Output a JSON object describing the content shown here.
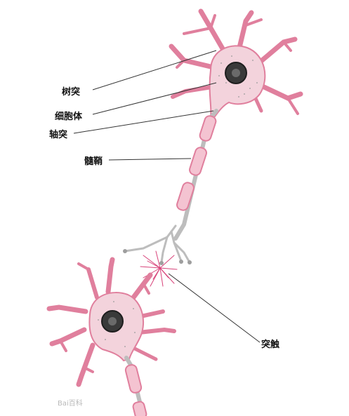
{
  "labels": {
    "dendrite": "树突",
    "soma": "细胞体",
    "axon": "轴突",
    "myelin": "髓鞘",
    "synapse": "突触"
  },
  "watermark": "Bai百科",
  "colors": {
    "membrane": "#e07f9d",
    "membrane_fill": "#f6c7d4",
    "soma_fill": "#f3d3dc",
    "axon_gray": "#bdbdbd",
    "myelin_fill": "#f4c3d1",
    "nucleus": "#2b2b2b",
    "line": "#333333",
    "spark": "#d8437a"
  }
}
